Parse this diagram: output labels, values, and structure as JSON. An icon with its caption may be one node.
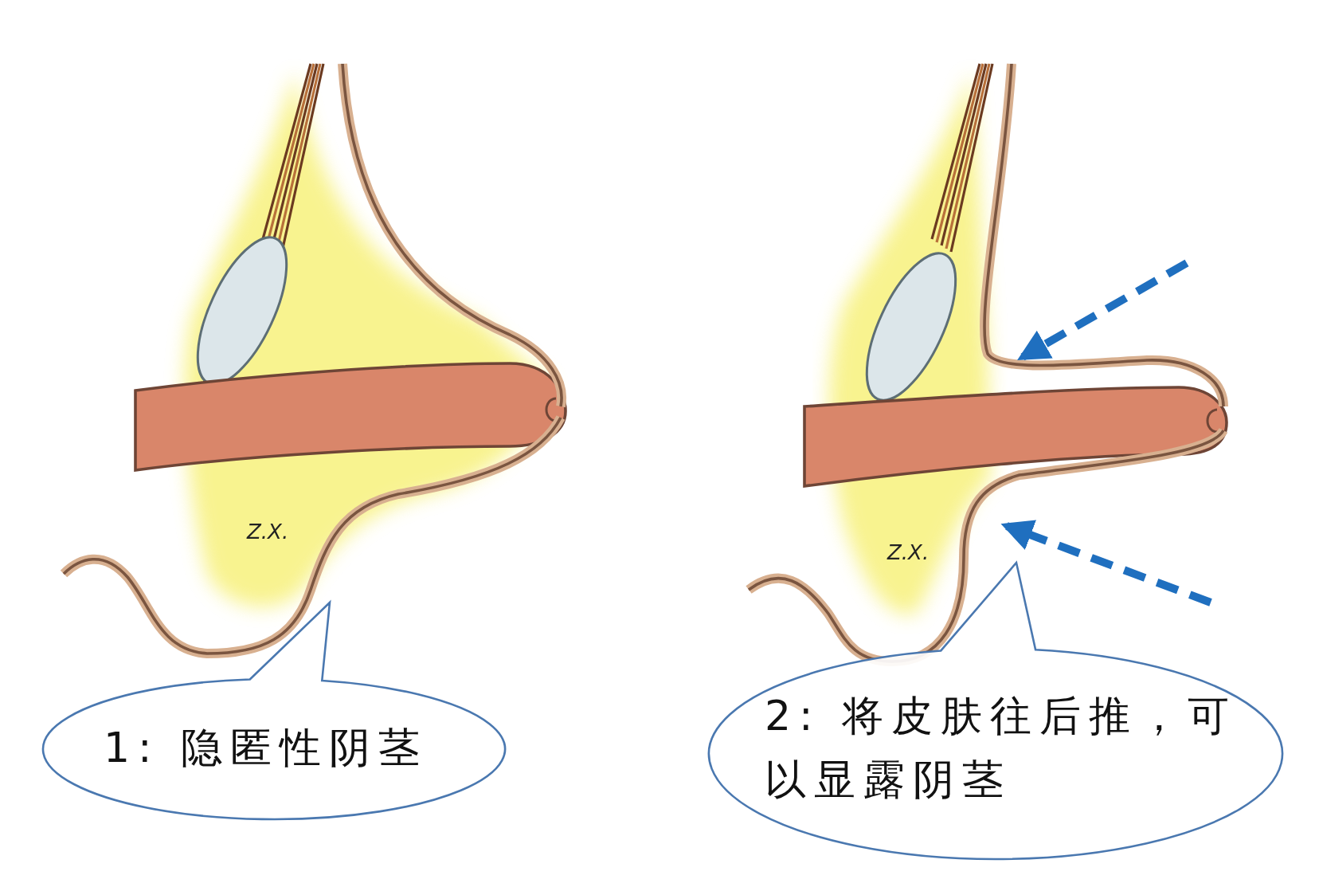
{
  "diagram": {
    "nodes": [
      {
        "text": [
          "1: 隐匿性阴茎"
        ]
      },
      {
        "text": [
          "2: 将皮肤往后推，可以显露阴茎"
        ]
      }
    ],
    "labels": [
      "Z.X.",
      "Z.X."
    ]
  }
}
